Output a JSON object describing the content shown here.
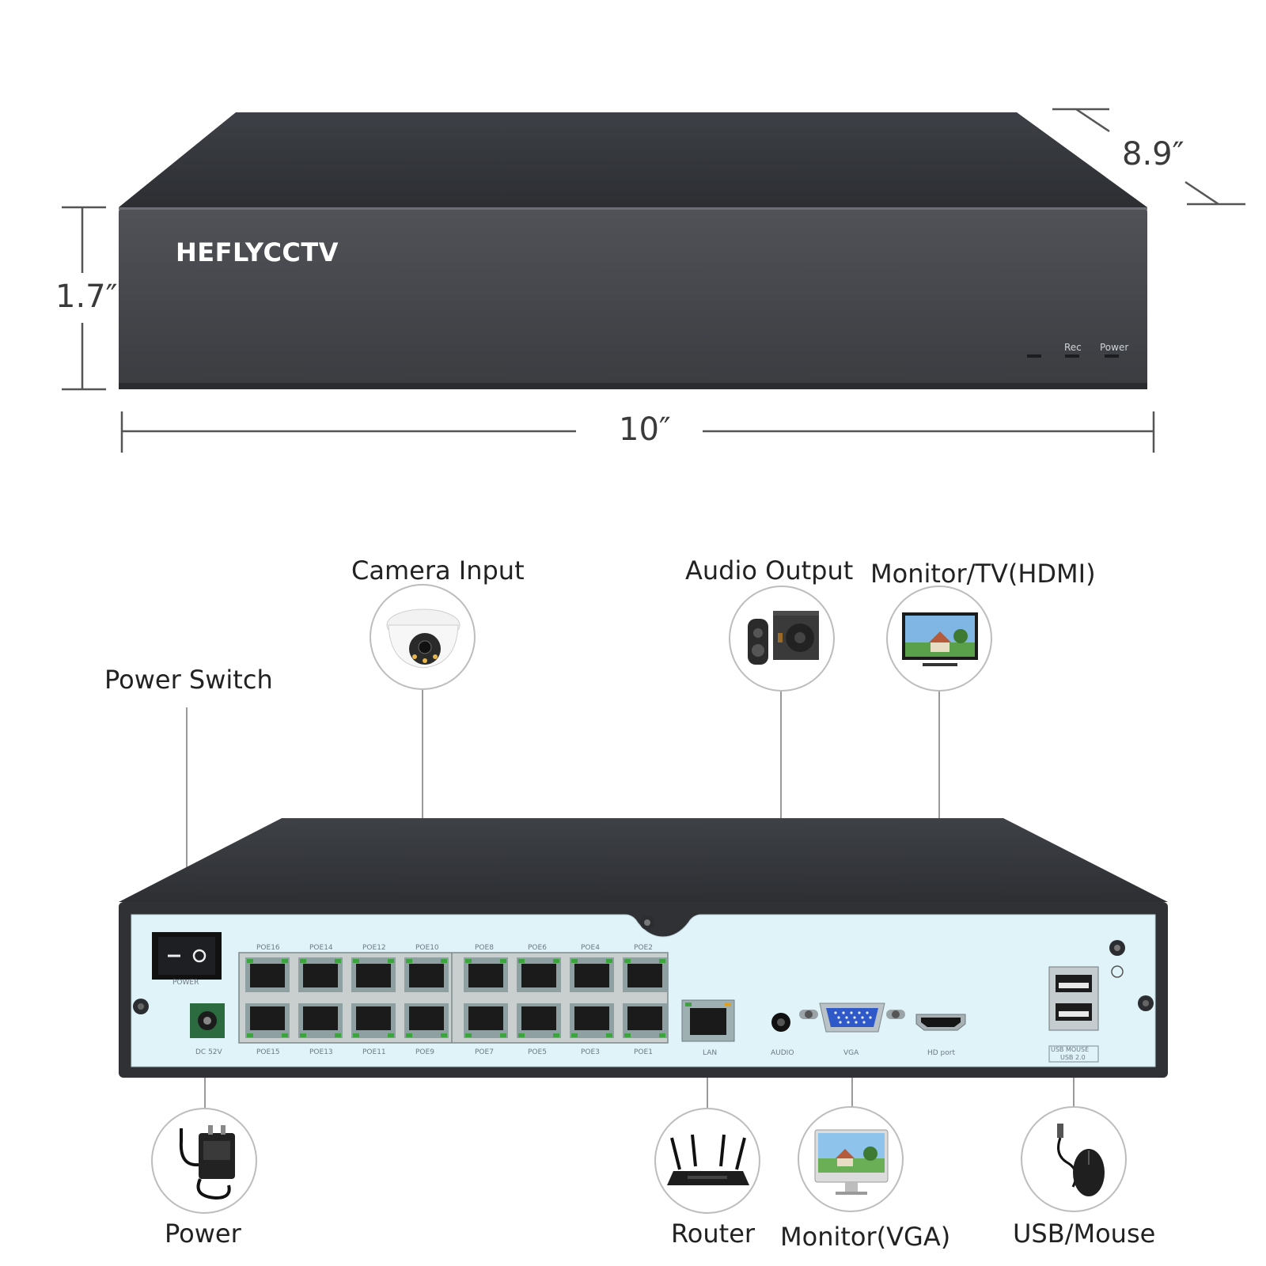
{
  "brand": "HEFLYCCTV",
  "front_leds": {
    "rec": "Rec",
    "power": "Power"
  },
  "dimensions": {
    "height": "1.7″",
    "width": "10″",
    "depth": "8.9″"
  },
  "labels": {
    "camera_input": "Camera Input",
    "audio_output": "Audio Output",
    "monitor_hdmi": "Monitor/TV(HDMI)",
    "power_switch": "Power Switch",
    "power": "Power",
    "router": "Router",
    "monitor_vga": "Monitor(VGA)",
    "usb_mouse": "USB/Mouse"
  },
  "rear_panel": {
    "power_switch": "POWER",
    "dc": "DC 52V",
    "ports_top": [
      "POE16",
      "POE14",
      "POE12",
      "POE10",
      "POE8",
      "POE6",
      "POE4",
      "POE2"
    ],
    "ports_bottom": [
      "POE15",
      "POE13",
      "POE11",
      "POE9",
      "POE7",
      "POE5",
      "POE3",
      "POE1"
    ],
    "lan": "LAN",
    "audio": "AUDIO",
    "vga": "VGA",
    "hd": "HD port",
    "usb1": "USB MOUSE",
    "usb2": "USB 2.0"
  },
  "colors": {
    "chassis": "#3b3d42",
    "panel": "#dff3f9",
    "accent_led": "#c0392b"
  }
}
